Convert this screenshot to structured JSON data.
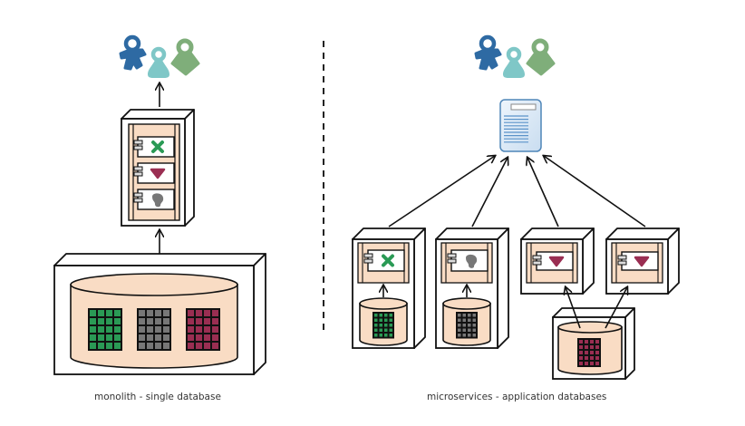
{
  "diagram": {
    "left_caption": "monolith - single database",
    "right_caption": "microservices - application databases",
    "colors": {
      "user_dark_blue": "#2e6aa3",
      "user_teal": "#7fc7c7",
      "user_green": "#7fae7a",
      "container_fill": "#f9dcc4",
      "db_green": "#2a9a55",
      "db_gray": "#777777",
      "db_crimson": "#9a2e52",
      "stroke": "#111111",
      "frontend_fill": "#dbe9f6",
      "frontend_stroke": "#4f86b8"
    },
    "monolith": {
      "users": [
        "user-star-icon",
        "user-pawn-icon",
        "user-pin-icon"
      ],
      "app_modules": [
        {
          "name": "module-green",
          "symbol": "cross",
          "color_key": "db_green"
        },
        {
          "name": "module-crimson",
          "symbol": "triangle",
          "color_key": "db_crimson"
        },
        {
          "name": "module-gray",
          "symbol": "blob",
          "color_key": "db_gray"
        }
      ],
      "database_tables": [
        "db_green",
        "db_gray",
        "db_crimson"
      ]
    },
    "microservices": {
      "users": [
        "user-star-icon",
        "user-pawn-icon",
        "user-pin-icon"
      ],
      "frontend": "frontend-page-icon",
      "services": [
        {
          "name": "service-green",
          "symbol": "cross",
          "color_key": "db_green",
          "db": "db_green"
        },
        {
          "name": "service-gray",
          "symbol": "blob",
          "color_key": "db_gray",
          "db": "db_gray"
        },
        {
          "name": "service-crimson-1",
          "symbol": "triangle",
          "color_key": "db_crimson",
          "db": "shared"
        },
        {
          "name": "service-crimson-2",
          "symbol": "triangle",
          "color_key": "db_crimson",
          "db": "shared"
        }
      ],
      "shared_database": "db_crimson"
    }
  }
}
